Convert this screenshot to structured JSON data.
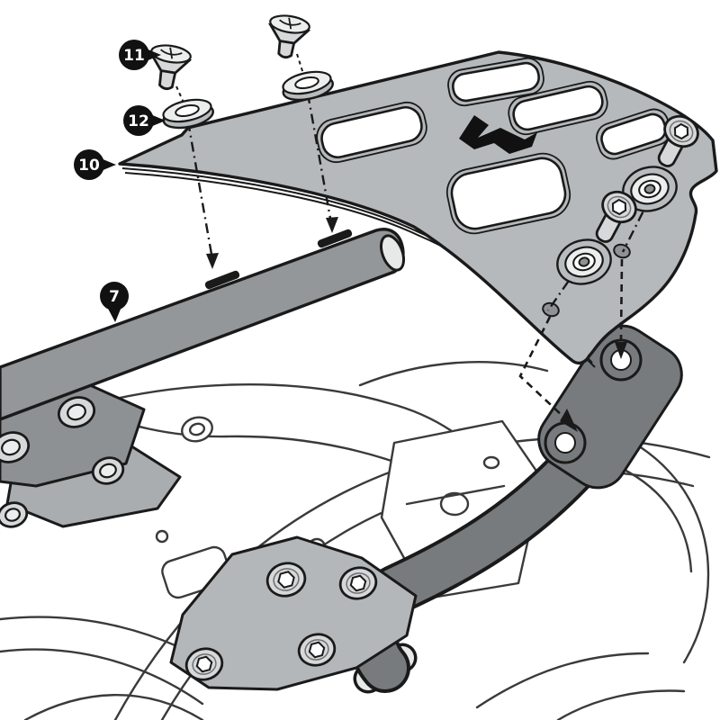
{
  "figure": {
    "type": "technical-illustration",
    "title": "Luggage rack mounting exploded diagram",
    "background": "#ffffff",
    "callouts": [
      {
        "label": "7",
        "part": "crossbar-rail"
      },
      {
        "label": "10",
        "part": "rack-plate"
      },
      {
        "label": "11",
        "part": "countersunk-screw"
      },
      {
        "label": "12",
        "part": "cup-washer"
      }
    ],
    "parts": [
      "rack-plate",
      "brand-logo-mark",
      "crossbar-rail",
      "countersunk-screw",
      "cup-washer",
      "socket-bolt",
      "rubber-grommet",
      "side-stay",
      "left-mount-bracket",
      "bottom-mount-bracket",
      "motorcycle-subframe-lineart"
    ],
    "colors": {
      "background": "#ffffff",
      "outline": "#1a1a1a",
      "lineart": "#3a3a3a",
      "plate": "#b5b9bb",
      "bar": "#939799",
      "bar_cap": "#e7e8e8",
      "bracket_dark": "#8d9193",
      "bracket_mid": "#a9adaf",
      "bracket_bottom": "#b3b7b9",
      "stay": "#777b7d",
      "metal_light": "#d6d8d9",
      "metal_lighter": "#eceeee",
      "metal_dim": "#b9bcbe",
      "hole": "#8e9294",
      "badge_bg": "#111111",
      "badge_text": "#ffffff",
      "logo": "#111111"
    }
  }
}
